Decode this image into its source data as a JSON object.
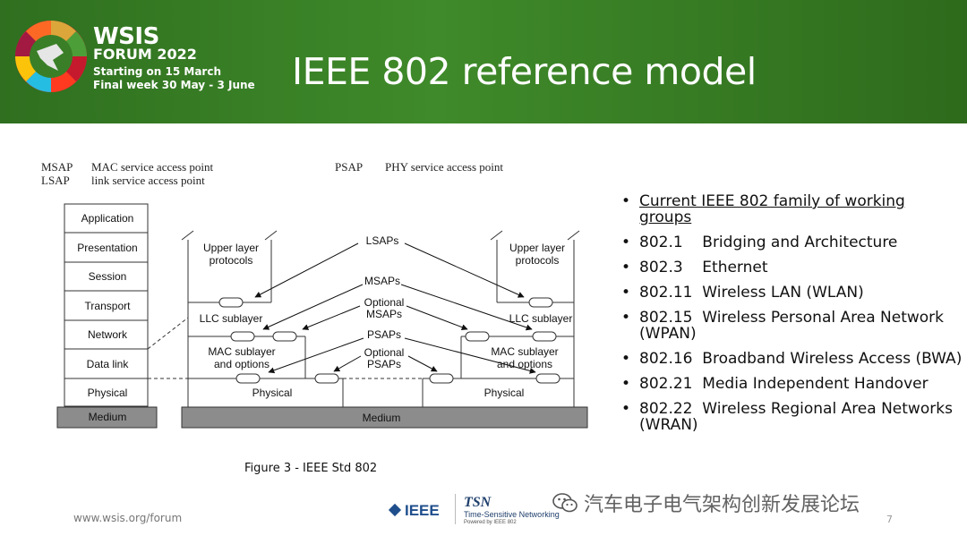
{
  "header": {
    "logo_line1": "WSIS",
    "logo_line2": "FORUM 2022",
    "logo_line3": "Starting on 15 March",
    "logo_line4": "Final week 30 May - 3 June",
    "title": "IEEE 802 reference model",
    "background": "#3a7f27"
  },
  "legend": {
    "msap_abbr": "MSAP",
    "msap_text": "MAC service access point",
    "lsap_abbr": "LSAP",
    "lsap_text": "link service access point",
    "psap_abbr": "PSAP",
    "psap_text": "PHY service access point"
  },
  "diagram": {
    "osi_layers": [
      "Application",
      "Presentation",
      "Session",
      "Transport",
      "Network",
      "Data link",
      "Physical"
    ],
    "osi_medium": "Medium",
    "left_stack": {
      "upper": [
        "Upper layer",
        "protocols"
      ],
      "llc": "LLC sublayer",
      "mac": [
        "MAC sublayer",
        "and options"
      ],
      "phy": "Physical"
    },
    "right_stack": {
      "upper": [
        "Upper layer",
        "protocols"
      ],
      "llc": "LLC sublayer",
      "mac": [
        "MAC sublayer",
        "and options"
      ],
      "phy": "Physical"
    },
    "medium": "Medium",
    "labels": {
      "lsaps": "LSAPs",
      "msaps": "MSAPs",
      "optional_msaps": [
        "Optional",
        "MSAPs"
      ],
      "psaps": "PSAPs",
      "optional_psaps": [
        "Optional",
        "PSAPs"
      ]
    },
    "caption": "Figure 3 - IEEE Std 802"
  },
  "bullets": [
    "Current IEEE 802 family of working groups",
    "802.1    Bridging and Architecture",
    "802.3    Ethernet",
    "802.11  Wireless LAN (WLAN)",
    "802.15  Wireless Personal Area Network (WPAN)",
    "802.16  Broadband Wireless Access (BWA)",
    "802.21  Media Independent Handover",
    "802.22  Wireless Regional Area Networks (WRAN)"
  ],
  "footer": {
    "url": "www.wsis.org/forum",
    "ieee": "IEEE",
    "tsn_title": "TSN",
    "tsn_sub": "Time-Sensitive Networking",
    "tsn_powered": "Powered by IEEE 802",
    "watermark": "汽车电子电气架构创新发展论坛",
    "page": "7"
  }
}
